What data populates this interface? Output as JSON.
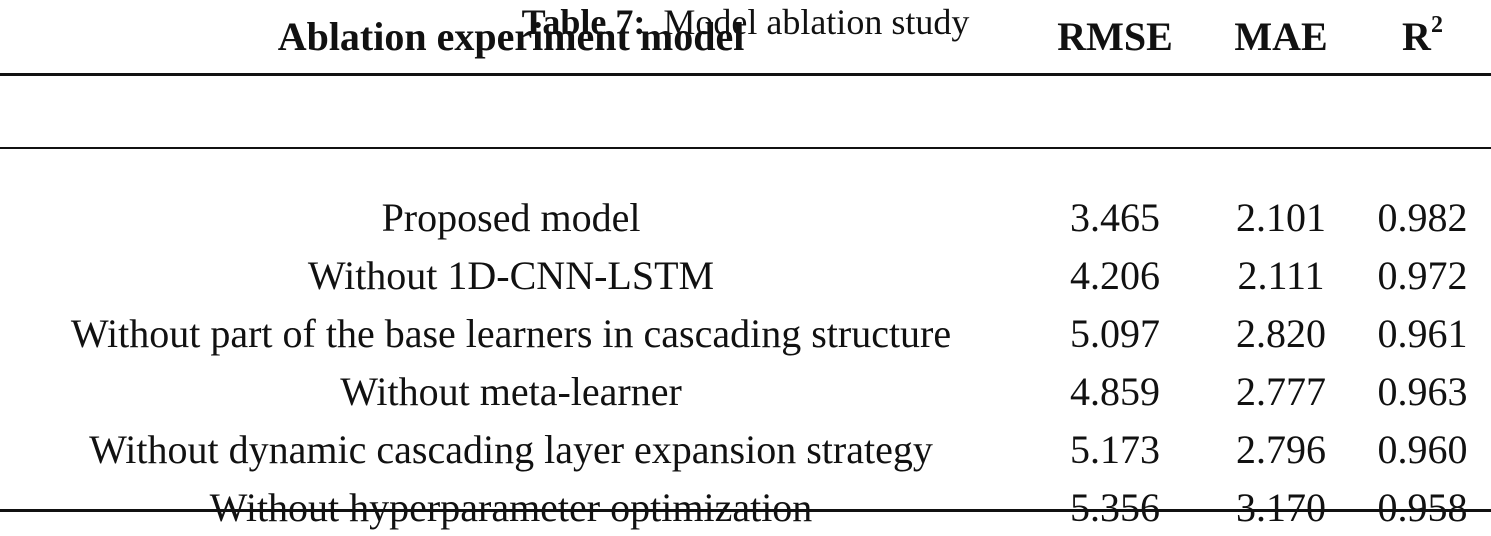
{
  "caption": {
    "label": "Table 7:",
    "text": "Model ablation study"
  },
  "table": {
    "headers": {
      "model": "Ablation experiment model",
      "rmse": "RMSE",
      "mae": "MAE",
      "r2_base": "R",
      "r2_sup": "2"
    },
    "rows": [
      {
        "model": "Proposed model",
        "rmse": "3.465",
        "mae": "2.101",
        "r2": "0.982"
      },
      {
        "model": "Without 1D-CNN-LSTM",
        "rmse": "4.206",
        "mae": "2.111",
        "r2": "0.972"
      },
      {
        "model": "Without part of the base learners in cascading structure",
        "rmse": "5.097",
        "mae": "2.820",
        "r2": "0.961"
      },
      {
        "model": "Without meta-learner",
        "rmse": "4.859",
        "mae": "2.777",
        "r2": "0.963"
      },
      {
        "model": "Without dynamic cascading layer expansion strategy",
        "rmse": "5.173",
        "mae": "2.796",
        "r2": "0.960"
      },
      {
        "model": "Without hyperparameter optimization",
        "rmse": "5.356",
        "mae": "3.170",
        "r2": "0.958"
      }
    ]
  }
}
